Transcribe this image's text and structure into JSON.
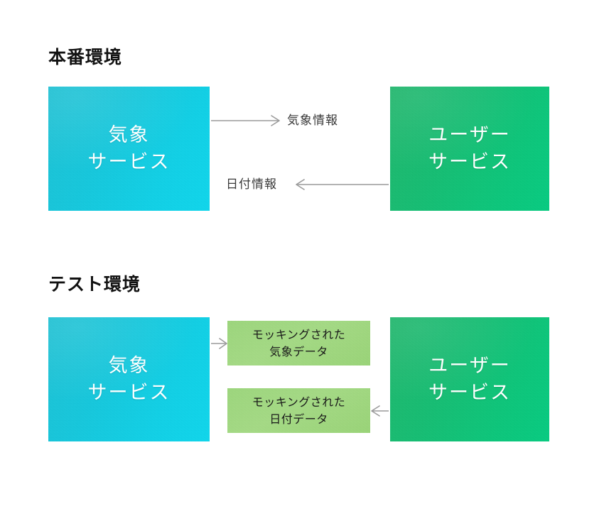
{
  "diagram": {
    "title_production": "本番環境",
    "title_test": "テスト環境",
    "colors": {
      "weather_service_box": "#16c9de",
      "user_service_box": "#16bf74",
      "mock_box": "#a2da82",
      "arrow": "#9a9a9a",
      "title_text": "#121212",
      "label_text": "#3a3a3a",
      "box_text": "#ffffff",
      "background": "#ffffff"
    }
  },
  "production": {
    "weather_service": {
      "line1": "気象",
      "line2": "サービス"
    },
    "user_service": {
      "line1": "ユーザー",
      "line2": "サービス"
    },
    "arrows": [
      {
        "label": "気象情報",
        "direction": "right",
        "from": "weather-service",
        "to": "user-service"
      },
      {
        "label": "日付情報",
        "direction": "left",
        "from": "user-service",
        "to": "weather-service"
      }
    ]
  },
  "test": {
    "weather_service": {
      "line1": "気象",
      "line2": "サービス"
    },
    "user_service": {
      "line1": "ユーザー",
      "line2": "サービス"
    },
    "mocks": [
      {
        "line1": "モッキングされた",
        "line2": "気象データ",
        "direction": "right"
      },
      {
        "line1": "モッキングされた",
        "line2": "日付データ",
        "direction": "left"
      }
    ]
  }
}
